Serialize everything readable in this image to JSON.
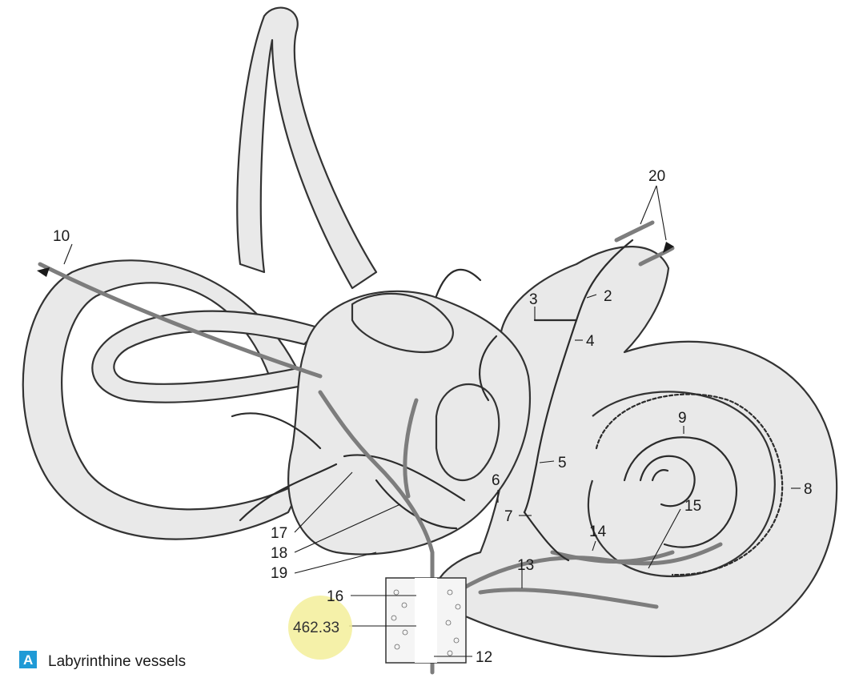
{
  "figure": {
    "caption_letter": "A",
    "caption_text": "Labyrinthine vessels",
    "highlighted_value": "462.33",
    "labels": {
      "l2": "2",
      "l3": "3",
      "l4": "4",
      "l5": "5",
      "l6": "6",
      "l7": "7",
      "l8": "8",
      "l9": "9",
      "l10": "10",
      "l12": "12",
      "l13": "13",
      "l14": "14",
      "l15": "15",
      "l16": "16",
      "l17": "17",
      "l18": "18",
      "l19": "19",
      "l20": "20"
    }
  },
  "colors": {
    "caption_accent": "#1f9ad6",
    "highlight": "#f3ef9a",
    "vein_grey": "#7d7d7d"
  }
}
